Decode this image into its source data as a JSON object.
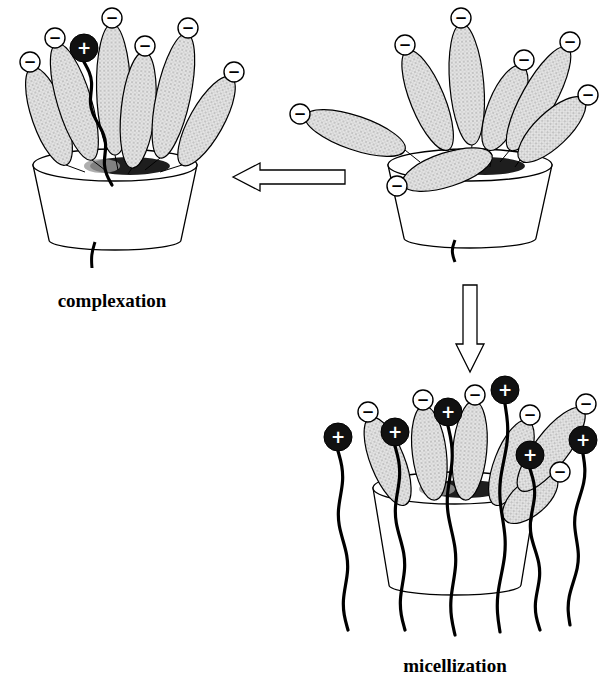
{
  "diagram": {
    "labels": [
      "−",
      "−",
      "−",
      "−",
      "−",
      "−",
      "+",
      "−",
      "−",
      "−",
      "−",
      "−",
      "−",
      "−",
      "complexation",
      "+",
      "−",
      "+",
      "−",
      "+",
      "−",
      "+",
      "−",
      "+",
      "−",
      "+",
      "−",
      "micellization"
    ]
  }
}
